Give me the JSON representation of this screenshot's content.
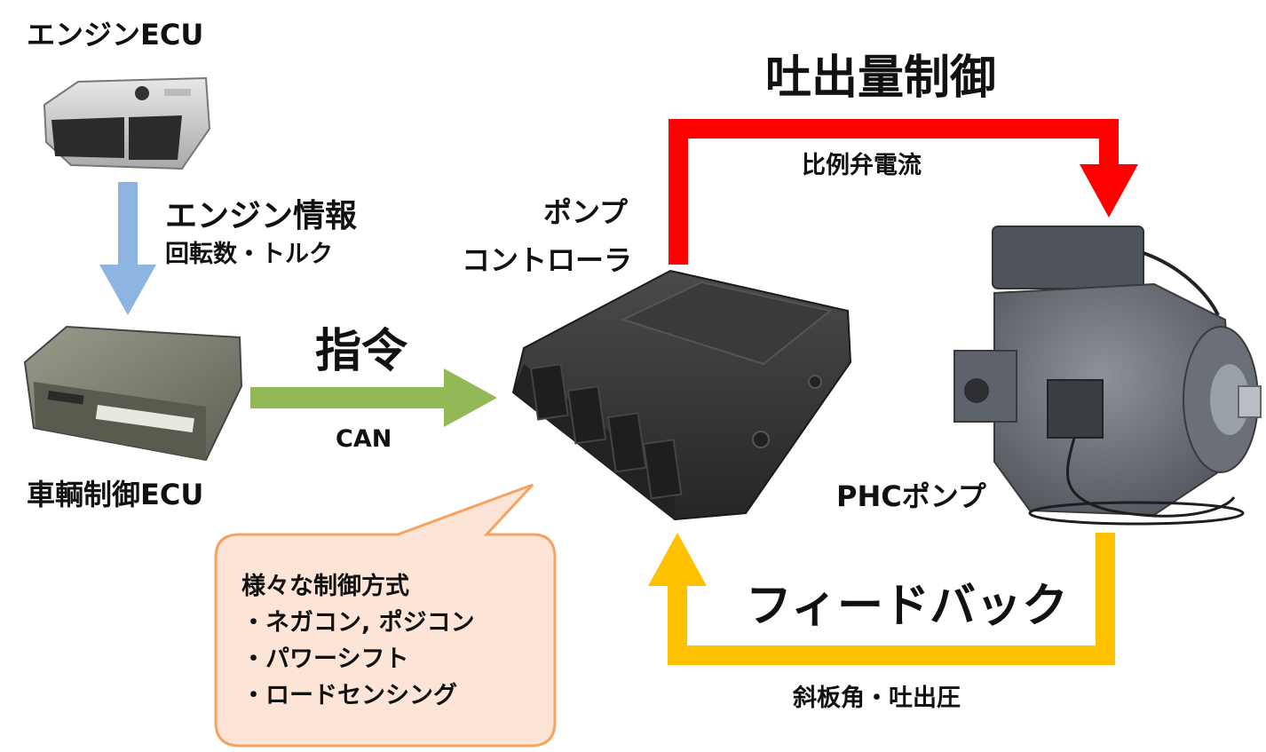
{
  "nodes": {
    "engine_ecu": {
      "label": "エンジンECU"
    },
    "vehicle_ecu": {
      "label": "車輌制御ECU"
    },
    "pump_controller": {
      "label_line1": "ポンプ",
      "label_line2": "コントローラ"
    },
    "phc_pump": {
      "label": "PHCポンプ"
    }
  },
  "edges": {
    "engine_info": {
      "title": "エンジン情報",
      "detail": "回転数・トルク",
      "color": "#8DB4E2"
    },
    "command": {
      "title": "指令",
      "detail": "CAN",
      "color": "#92B955"
    },
    "displacement_control": {
      "title": "吐出量制御",
      "detail": "比例弁電流",
      "color": "#FF0000"
    },
    "feedback": {
      "title": "フィードバック",
      "detail": "斜板角・吐出圧",
      "color": "#FFC000"
    }
  },
  "callout": {
    "fill": "#FCE4D6",
    "stroke": "#F4A460",
    "lines": [
      "様々な制御方式",
      "・ネガコン, ポジコン",
      "・パワーシフト",
      "・ロードセンシング"
    ]
  }
}
